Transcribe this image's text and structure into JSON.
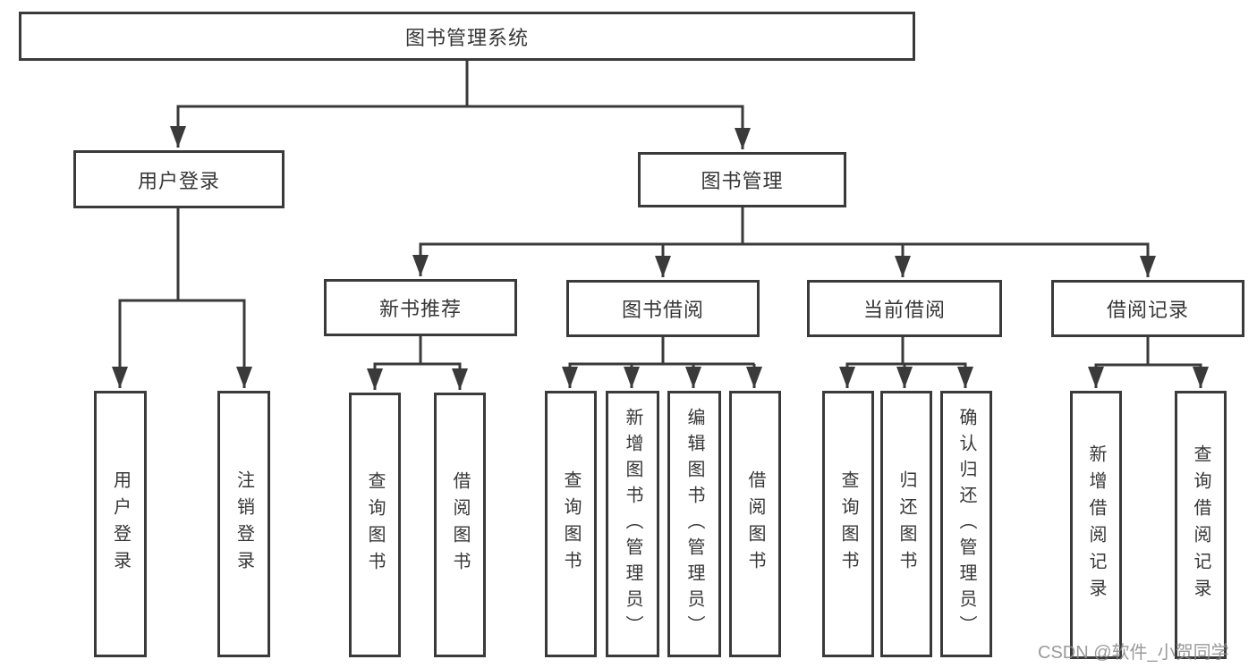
{
  "colors": {
    "line": "#3a3a3a",
    "box_border": "#3a3a3a",
    "text": "#373737",
    "watermark": "#8c8c8c",
    "background": "#ffffff"
  },
  "watermark": {
    "text": "CSDN @软件_小贺同学"
  },
  "tree": {
    "root": {
      "label": "图书管理系统"
    },
    "branches": [
      {
        "label": "用户登录",
        "children": [
          {
            "label": "用户登录"
          },
          {
            "label": "注销登录"
          }
        ]
      },
      {
        "label": "图书管理",
        "children": [
          {
            "label": "新书推荐",
            "children": [
              {
                "label": "查询图书"
              },
              {
                "label": "借阅图书"
              }
            ]
          },
          {
            "label": "图书借阅",
            "children": [
              {
                "label": "查询图书"
              },
              {
                "label": "新增图书（管理员）"
              },
              {
                "label": "编辑图书（管理员）"
              },
              {
                "label": "借阅图书"
              }
            ]
          },
          {
            "label": "当前借阅",
            "children": [
              {
                "label": "查询图书"
              },
              {
                "label": "归还图书"
              },
              {
                "label": "确认归还（管理员）"
              }
            ]
          },
          {
            "label": "借阅记录",
            "children": [
              {
                "label": "新增借阅记录"
              },
              {
                "label": "查询借阅记录"
              }
            ]
          }
        ]
      }
    ]
  }
}
